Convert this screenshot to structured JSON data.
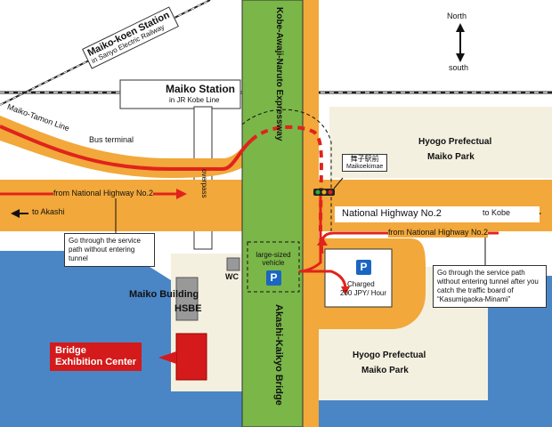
{
  "map": {
    "stations": {
      "maiko_koen": {
        "name": "Maiko-koen Station",
        "sub": "in Sanyo Electric Railway"
      },
      "maiko": {
        "name": "Maiko Station",
        "sub": "in JR Kobe Line"
      }
    },
    "lines": {
      "maiko_tamon": "Maiko-Tamon Line",
      "expressway": "Kobe-Awaji-Naruto Expressway",
      "bridge": "Akashi-Kaikyo Bridge"
    },
    "labels": {
      "bus_terminal": "Bus terminal",
      "overpass": "overpass",
      "wc": "WC",
      "maikoekimae_jp": "舞子駅前",
      "maikoekimae_en": "Maikoekimae",
      "hwy_from_left": "from National Highway No.2",
      "hwy_main": "National Highway No.2",
      "hwy_from_right": "from National Highway No.2",
      "to_akashi": "to Akashi",
      "to_kobe": "to Kobe",
      "large_vehicle": "large-sized vehicle",
      "charged": "Charged",
      "charged_rate": "200 JPY/ Hour",
      "parking_symbol": "P",
      "maiko_building": "Maiko Building",
      "hsbe": "HSBE",
      "bridge_center_1": "Bridge",
      "bridge_center_2": "Exhibition Center",
      "park_north_1": "Hyogo Prefectual",
      "park_north_2": "Maiko Park",
      "park_south_1": "Hyogo Prefectual",
      "park_south_2": "Maiko Park"
    },
    "notes": {
      "left": "Go through the service path without entering tunnel",
      "right": "Go through the service path without entering tunnel after you catch the traffic board of “Kasumigaoka-Minami”"
    },
    "compass": {
      "north": "North",
      "south": "south"
    },
    "colors": {
      "sea": "#4a86c6",
      "road": "#f2a83a",
      "expressway": "#7ab648",
      "route": "#e0231c",
      "land": "#f4f0e0",
      "parking": "#1a66c2"
    }
  }
}
